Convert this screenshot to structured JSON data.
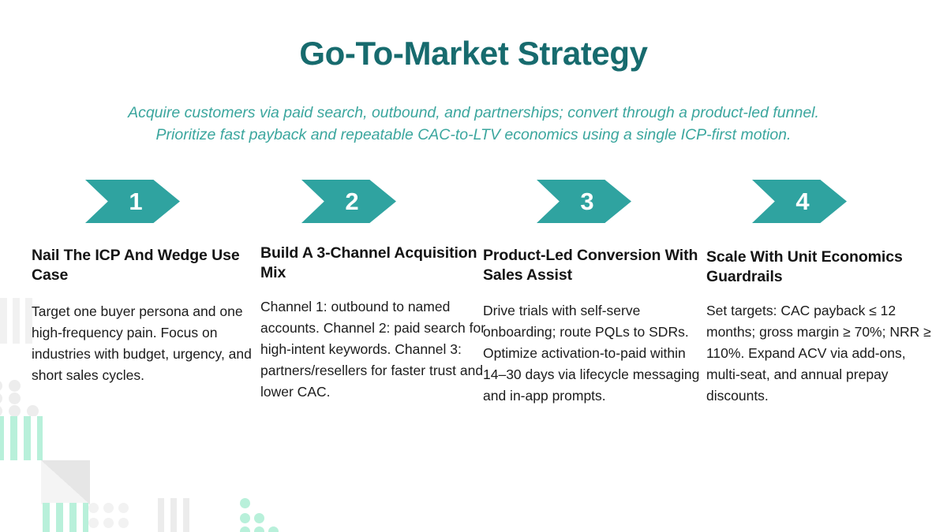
{
  "slide": {
    "title": "Go-To-Market Strategy",
    "subtitle": "Acquire customers via paid search, outbound, and partnerships; convert through a product-led funnel. Prioritize fast payback and repeatable CAC-to-LTV economics using a single ICP-first motion.",
    "colors": {
      "title": "#176b6e",
      "subtitle": "#3ba69e",
      "chevron": "#2fa3a0",
      "chevron_number": "#ffffff",
      "heading": "#141414",
      "body": "#1c1c1c",
      "decor_green": "#b8f0da",
      "decor_gray": "#ececec",
      "background": "#ffffff"
    },
    "steps": [
      {
        "number": "1",
        "heading": "Nail The ICP And Wedge Use Case",
        "body": "Target one buyer persona and one high-frequency pain. Focus on industries with budget, urgency, and short sales cycles."
      },
      {
        "number": "2",
        "heading": "Build A 3-Channel Acquisition Mix",
        "body": "Channel 1: outbound to named accounts. Channel 2: paid search for high-intent keywords. Channel 3: partners/resellers for faster trust and lower CAC."
      },
      {
        "number": "3",
        "heading": "Product-Led Conversion With Sales Assist",
        "body": "Drive trials with self-serve onboarding; route PQLs to SDRs. Optimize activation-to-paid within 14–30 days via lifecycle messaging and in-app prompts."
      },
      {
        "number": "4",
        "heading": "Scale With Unit Economics Guardrails",
        "body": "Set targets: CAC payback ≤ 12 months; gross margin ≥ 70%; NRR ≥ 110%. Expand ACV via add-ons, multi-seat, and annual prepay discounts."
      }
    ]
  }
}
